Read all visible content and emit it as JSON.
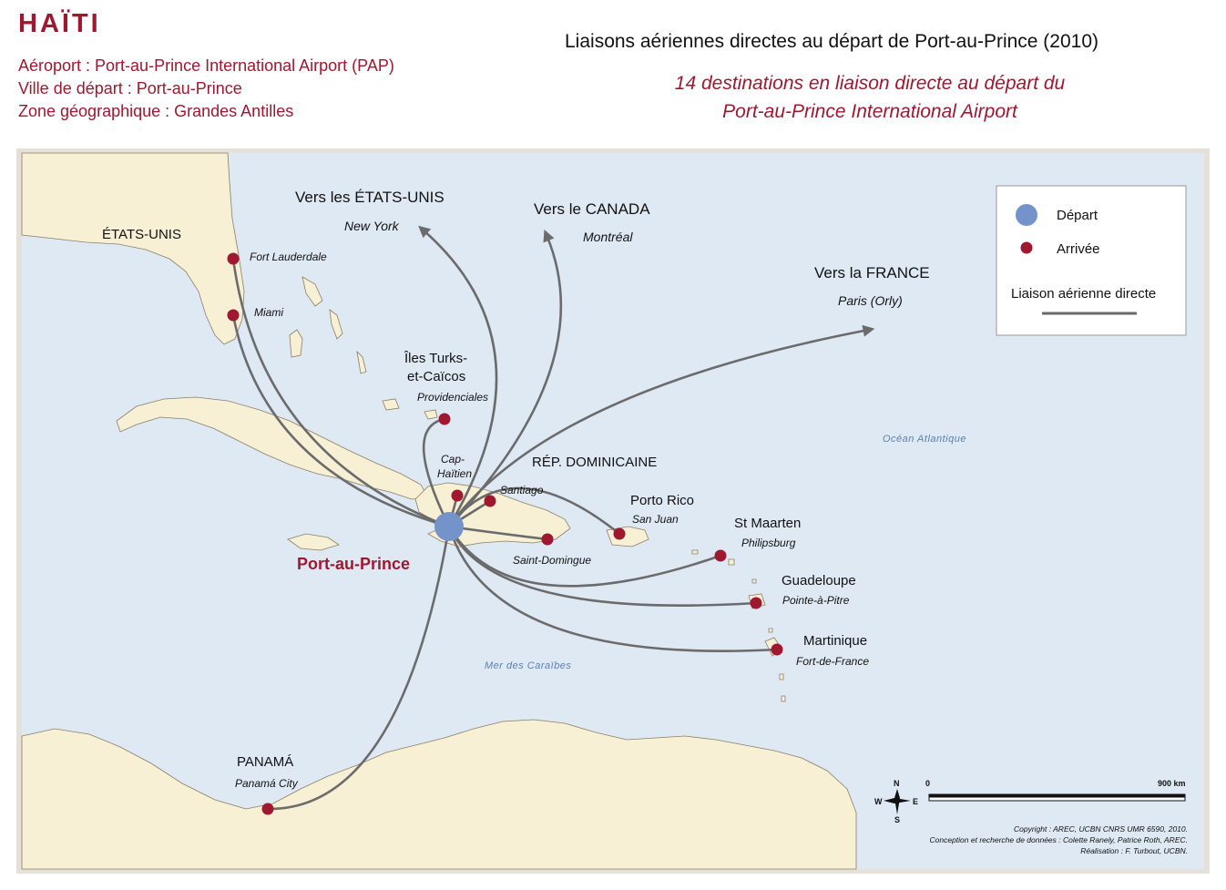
{
  "header": {
    "country": "HAÏTI",
    "airport": "Aéroport : Port-au-Prince International Airport (PAP)",
    "departure_city": "Ville de départ : Port-au-Prince",
    "zone": "Zone géographique : Grandes Antilles",
    "title": "Liaisons aériennes directes au départ de Port-au-Prince (2010)",
    "subtitle_line1": "14 destinations en liaison directe au départ du",
    "subtitle_line2": "Port-au-Prince International Airport"
  },
  "colors": {
    "departure": "#7593cb",
    "arrival": "#a0182f",
    "route": "#6b6b6b",
    "land": "#f7f0d5",
    "sea": "#dfe9f4"
  },
  "map": {
    "origin": "Port-au-Prince",
    "country_labels": {
      "usa": "ÉTATS-UNIS",
      "turks1": "Îles Turks-",
      "turks2": "et-Caïcos",
      "rep_dom": "RÉP. DOMINICAINE",
      "puerto_rico": "Porto Rico",
      "st_maarten": "St Maarten",
      "guadeloupe": "Guadeloupe",
      "martinique": "Martinique",
      "panama": "PANAMÁ"
    },
    "long_haul": {
      "usa_title": "Vers les ÉTATS-UNIS",
      "usa_city": "New York",
      "canada_title": "Vers le CANADA",
      "canada_city": "Montréal",
      "france_title": "Vers la FRANCE",
      "france_city": "Paris (Orly)"
    },
    "cities": {
      "fort_lauderdale": "Fort Lauderdale",
      "miami": "Miami",
      "providenciales": "Providenciales",
      "cap_haitien_1": "Cap-",
      "cap_haitien_2": "Haïtien",
      "santiago": "Santiago",
      "santo_domingo": "Saint-Domingue",
      "san_juan": "San Juan",
      "philipsburg": "Philipsburg",
      "pointe_a_pitre": "Pointe-à-Pitre",
      "fort_de_france": "Fort-de-France",
      "panama_city": "Panamá City"
    },
    "seas": {
      "atlantic": "Océan Atlantique",
      "caribbean": "Mer des Caraïbes"
    }
  },
  "legend": {
    "departure": "Départ",
    "arrival": "Arrivée",
    "route": "Liaison aérienne directe"
  },
  "scale": {
    "start": "0",
    "end": "900 km"
  },
  "compass": {
    "n": "N",
    "s": "S",
    "e": "E",
    "w": "W"
  },
  "credits": {
    "line1": "Copyright : AREC, UCBN CNRS UMR 6590, 2010.",
    "line2": "Conception et recherche de données : Colette Ranely, Patrice Roth, AREC.",
    "line3": "Réalisation : F. Turbout, UCBN."
  }
}
